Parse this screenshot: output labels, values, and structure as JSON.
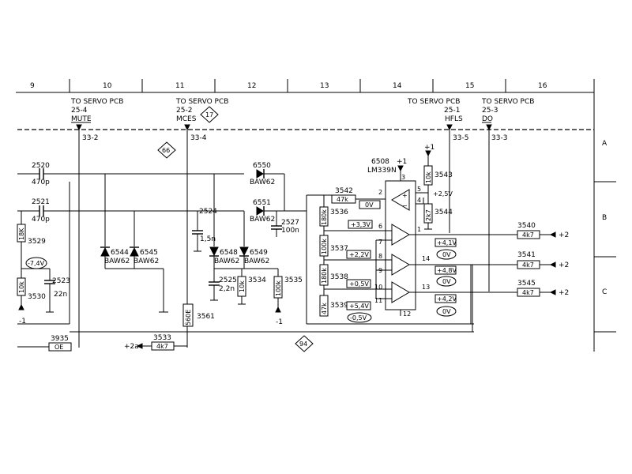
{
  "columns": [
    "9",
    "10",
    "11",
    "12",
    "13",
    "14",
    "15",
    "16"
  ],
  "rows": [
    "A",
    "B",
    "C"
  ],
  "connectors": [
    {
      "line1": "TO SERVO PCB",
      "line2": "25-4",
      "signal": "MUTE",
      "pin": "33-2"
    },
    {
      "line1": "TO SERVO PCB",
      "line2": "25-2",
      "signal": "MCES",
      "pin": "33-4"
    },
    {
      "line1": "TO SERVO PCB",
      "line2": "25-1",
      "signal": "HFLS",
      "pin": "33-5"
    },
    {
      "line1": "TO SERVO PCB",
      "line2": "25-3",
      "signal": "DO",
      "pin": "33-3"
    }
  ],
  "markers": {
    "m17": "17",
    "m66": "66",
    "m94": "94"
  },
  "ic": {
    "ref": "6508",
    "part": "LM339N",
    "supply": "+1",
    "pins": {
      "p2": "2",
      "p3": "3",
      "p4": "4",
      "p5": "5",
      "p1": "1",
      "p6": "6",
      "p7": "7",
      "p8": "8",
      "p9": "9",
      "p10": "10",
      "p11": "11",
      "p12": "12",
      "p13": "13",
      "p14": "14"
    }
  },
  "components": {
    "c2520": "2520",
    "c2520v": "470p",
    "c2521": "2521",
    "c2521v": "470p",
    "r3529": "3529",
    "r3529v": "18K",
    "r3530": "3530",
    "r3530v": "10k",
    "c2523": "2523",
    "c2523v": "22n",
    "d6544": "6544",
    "d6544t": "BAW62",
    "d6545": "6545",
    "d6545t": "BAW62",
    "d6550": "6550",
    "d6550t": "BAW62",
    "d6551": "6551",
    "d6551t": "BAW62",
    "c2524": "2524",
    "c2524v": "1,5n",
    "d6548": "6548",
    "d6548t": "BAW62",
    "d6549": "6549",
    "d6549t": "BAW62",
    "c2525": "2525",
    "c2525v": "2,2n",
    "r3534": "3534",
    "r3534v": "10k",
    "r3535": "3535",
    "r3535v": "100k",
    "c2527": "2527",
    "c2527v": "100n",
    "r3542": "3542",
    "r3542v": "47k",
    "r3536": "3536",
    "r3536v": "180k",
    "r3537": "3537",
    "r3537v": "100k",
    "r3538": "3538",
    "r3538v": "180k",
    "r3539": "3539",
    "r3539v": "47k",
    "r3543": "3543",
    "r3543v": "10k",
    "r3544": "3544",
    "r3544v": "2k7",
    "r3540": "3540",
    "r3540v": "4k7",
    "r3541": "3541",
    "r3541v": "4k7",
    "r3545": "3545",
    "r3545v": "4k7",
    "r3533": "3533",
    "r3533v": "4k7",
    "r3561": "3561",
    "r3561v": "560E",
    "b3935": "3935",
    "b3935v": "OE"
  },
  "voltages": {
    "v0": "0V",
    "v33": "+3,3V",
    "v22": "+2,2V",
    "v05": "+0,5V",
    "v54": "+5,4V",
    "vn05": "-0,5V",
    "v25": "+2,5V",
    "vn74": "-7,4V",
    "v41": "+4,1V",
    "v0a": "0V",
    "v48": "+4,8V",
    "v0b": "0V",
    "v42": "+4,2V",
    "v0c": "0V"
  },
  "rails": {
    "p1a": "+1",
    "p2a": "+2",
    "p2b": "+2",
    "p2c": "+2",
    "p2in": "+2a",
    "m1a": "-1",
    "m1b": "-1"
  }
}
